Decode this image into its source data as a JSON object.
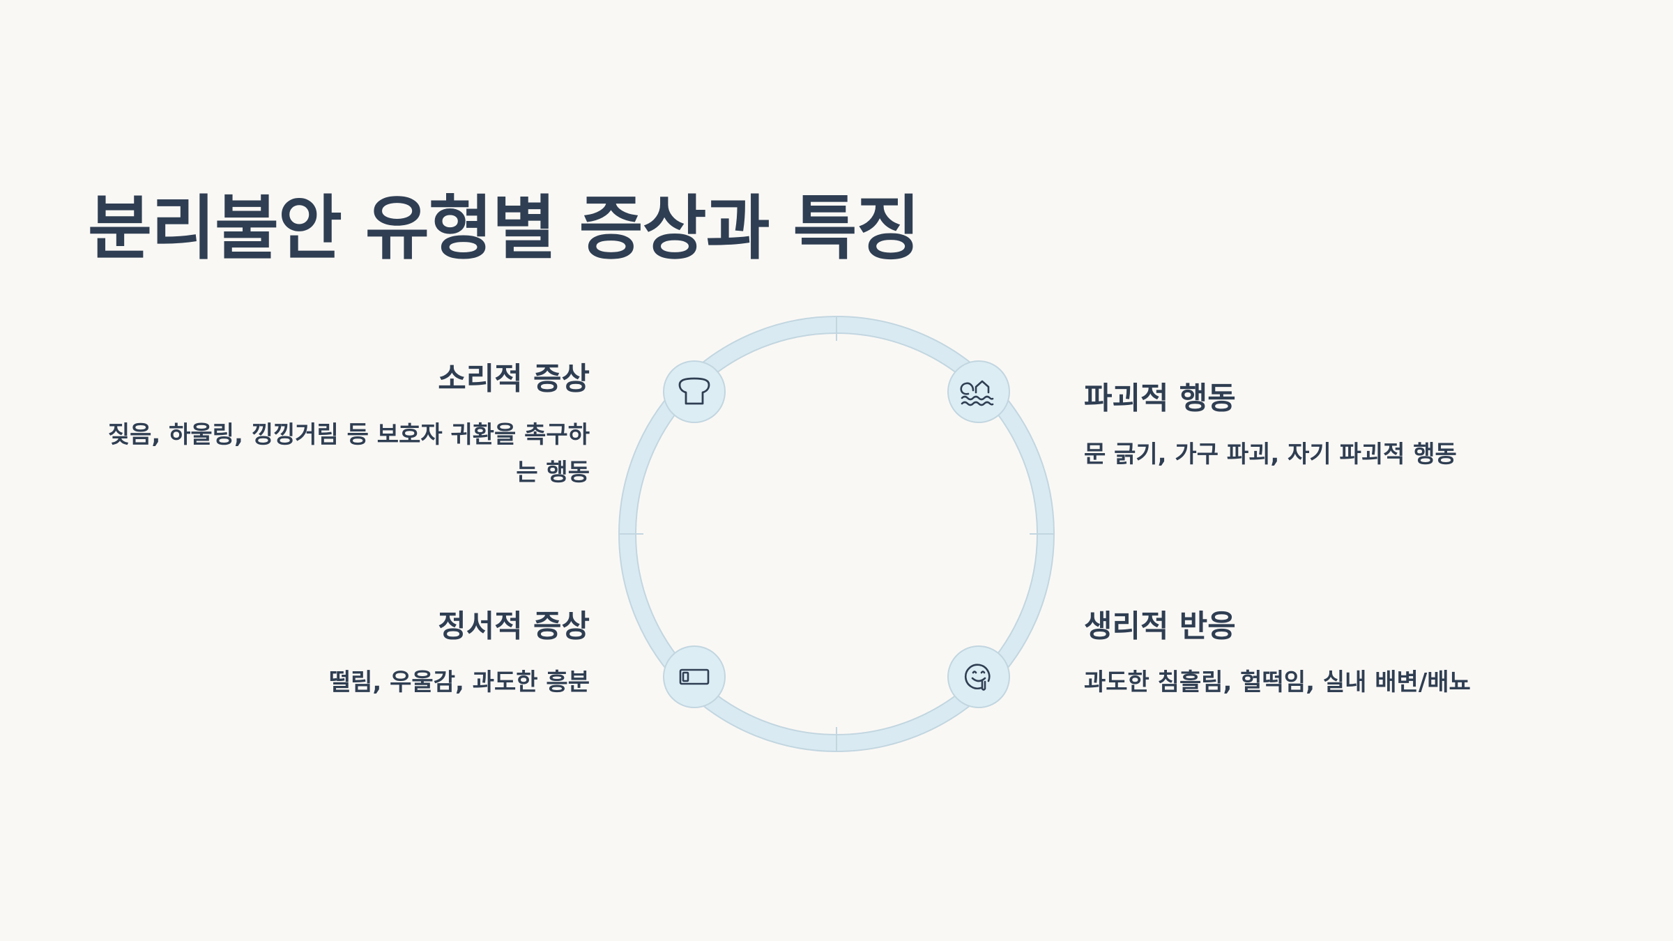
{
  "title": "분리불안 유형별 증상과 특징",
  "colors": {
    "background": "#faf8f5",
    "text": "#2f3e52",
    "ring": "#d9eaf2",
    "ring_edge": "#c2d6e0",
    "node_fill": "#dcedf4",
    "icon_stroke": "#2f3e52"
  },
  "items": [
    {
      "heading": "소리적 증상",
      "description": "짖음, 하울링, 낑낑거림 등 보호자 귀환을 촉구하는 행동",
      "icon": "bread-icon"
    },
    {
      "heading": "파괴적 행동",
      "description": "문 긁기, 가구 파괴, 자기 파괴적 행동",
      "icon": "waves-cloud-icon"
    },
    {
      "heading": "정서적 증상",
      "description": "떨림, 우울감, 과도한 흥분",
      "icon": "battery-icon"
    },
    {
      "heading": "생리적 반응",
      "description": "과도한 침흘림, 헐떡임, 실내 배변/배뇨",
      "icon": "drooling-face-icon"
    }
  ]
}
